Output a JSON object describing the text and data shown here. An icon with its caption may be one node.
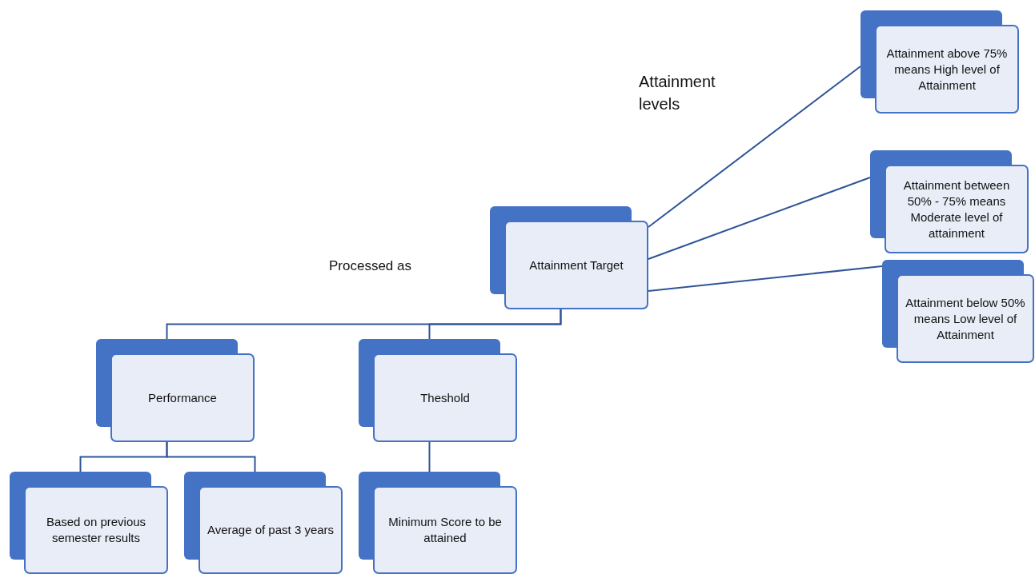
{
  "diagram": {
    "nodes": [
      {
        "text": [
          "Attainment Target"
        ]
      },
      {
        "text": [
          "Attainment above 75% means High level of Attainment"
        ]
      },
      {
        "text": [
          "Attainment between 50% - 75% means Moderate level of attainment"
        ]
      },
      {
        "text": [
          "Attainment below 50% means Low level of Attainment"
        ]
      },
      {
        "text": [
          "Performance"
        ]
      },
      {
        "text": [
          "Theshold"
        ]
      },
      {
        "text": [
          "Based on previous semester results"
        ]
      },
      {
        "text": [
          "Average of past 3 years"
        ]
      },
      {
        "text": [
          "Minimum Score to be attained"
        ]
      }
    ],
    "edges": [
      {
        "from": 0,
        "to": 1,
        "arrow": "none"
      },
      {
        "from": 0,
        "to": 2,
        "arrow": "none"
      },
      {
        "from": 0,
        "to": 3,
        "arrow": "none"
      },
      {
        "from": 0,
        "to": 4,
        "arrow": "none"
      },
      {
        "from": 0,
        "to": 5,
        "arrow": "none"
      },
      {
        "from": 4,
        "to": 6,
        "arrow": "none"
      },
      {
        "from": 4,
        "to": 7,
        "arrow": "none"
      },
      {
        "from": 5,
        "to": 8,
        "arrow": "none"
      }
    ],
    "labels": [
      "Attainment levels",
      "Processed as"
    ]
  }
}
